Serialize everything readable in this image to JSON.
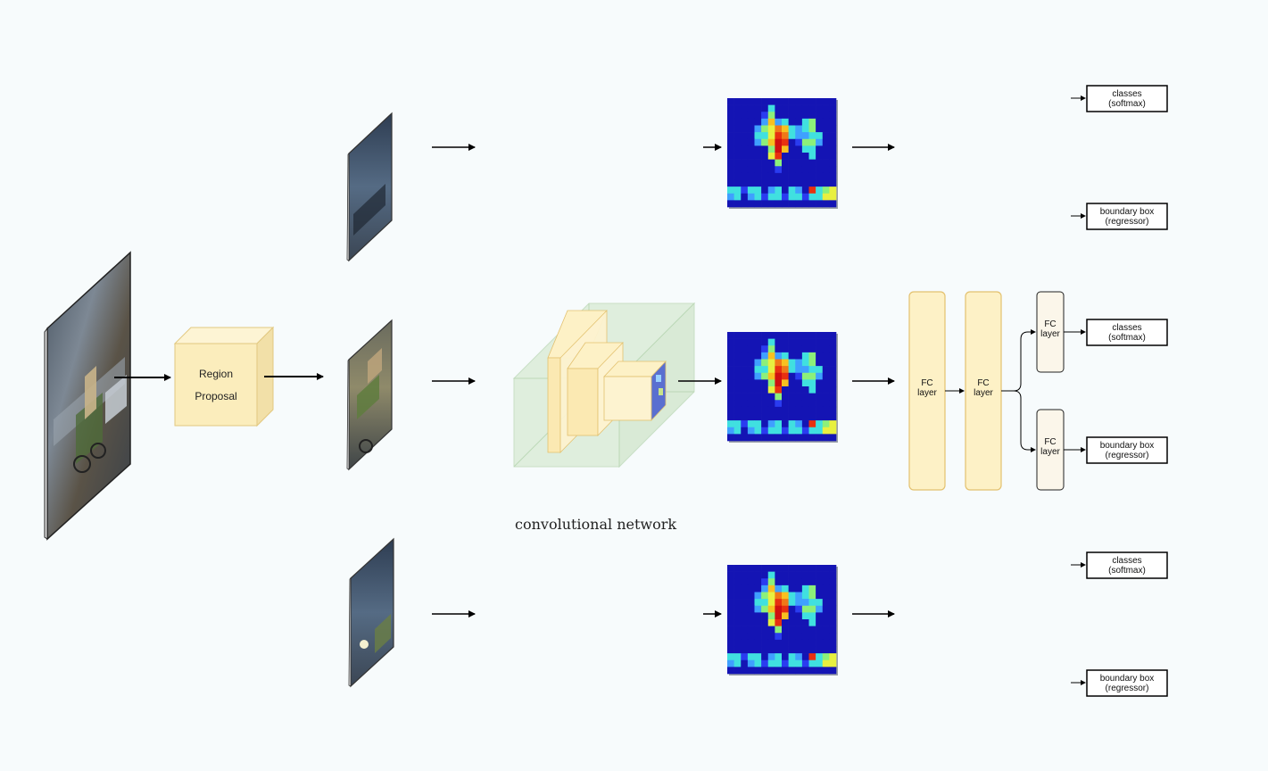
{
  "region_proposal": {
    "line1": "Region",
    "line2": "Proposal"
  },
  "caption": "convolutional network",
  "fc": {
    "line1": "FC",
    "line2": "layer"
  },
  "outputs": {
    "classes": {
      "line1": "classes",
      "line2": "(softmax)"
    },
    "bbox": {
      "line1": "boundary box",
      "line2": "(regressor)"
    }
  },
  "colors": {
    "background": "#f7fbfc",
    "proposal_fill": "#fbedbc",
    "fc_fill": "#fdf1c6",
    "fc_stroke": "#e3c16f",
    "conv_block": "#d7ead3",
    "heatmap_low": "#1010b8",
    "heatmap_high": "#e81010"
  },
  "heatmap_grid": [
    [
      0,
      0,
      0,
      0,
      0,
      0,
      0,
      0,
      0,
      0,
      0,
      0,
      0,
      0,
      0,
      0
    ],
    [
      0,
      0,
      0,
      0,
      0,
      0,
      3,
      0,
      0,
      0,
      0,
      0,
      0,
      0,
      0,
      0
    ],
    [
      0,
      0,
      0,
      0,
      0,
      1,
      4,
      0,
      0,
      0,
      0,
      0,
      0,
      0,
      0,
      0
    ],
    [
      0,
      0,
      0,
      0,
      0,
      2,
      6,
      2,
      3,
      0,
      0,
      3,
      4,
      0,
      0,
      0
    ],
    [
      0,
      0,
      0,
      0,
      2,
      4,
      5,
      7,
      6,
      3,
      2,
      3,
      4,
      0,
      0,
      0
    ],
    [
      0,
      0,
      0,
      0,
      3,
      3,
      5,
      8,
      7,
      3,
      2,
      2,
      3,
      3,
      0,
      0
    ],
    [
      0,
      0,
      0,
      0,
      2,
      4,
      6,
      9,
      8,
      0,
      1,
      4,
      4,
      2,
      0,
      0
    ],
    [
      0,
      0,
      0,
      0,
      0,
      0,
      4,
      9,
      6,
      0,
      0,
      3,
      3,
      0,
      0,
      0
    ],
    [
      0,
      0,
      0,
      0,
      0,
      0,
      5,
      8,
      0,
      0,
      0,
      0,
      3,
      0,
      0,
      0
    ],
    [
      0,
      0,
      0,
      0,
      0,
      0,
      0,
      4,
      0,
      0,
      0,
      0,
      0,
      0,
      0,
      0
    ],
    [
      0,
      0,
      0,
      0,
      0,
      0,
      0,
      1,
      0,
      0,
      0,
      0,
      0,
      0,
      0,
      0
    ],
    [
      0,
      0,
      0,
      0,
      0,
      0,
      0,
      0,
      0,
      0,
      0,
      0,
      0,
      0,
      0,
      0
    ],
    [
      0,
      0,
      0,
      0,
      0,
      0,
      0,
      0,
      0,
      0,
      0,
      0,
      0,
      0,
      0,
      0
    ],
    [
      3,
      3,
      1,
      3,
      3,
      0,
      2,
      3,
      0,
      3,
      2,
      0,
      8,
      3,
      4,
      5
    ],
    [
      2,
      3,
      0,
      2,
      3,
      1,
      3,
      3,
      1,
      3,
      3,
      1,
      3,
      3,
      5,
      5
    ],
    [
      0,
      0,
      0,
      0,
      0,
      0,
      0,
      0,
      0,
      0,
      0,
      0,
      0,
      0,
      0,
      0
    ]
  ]
}
